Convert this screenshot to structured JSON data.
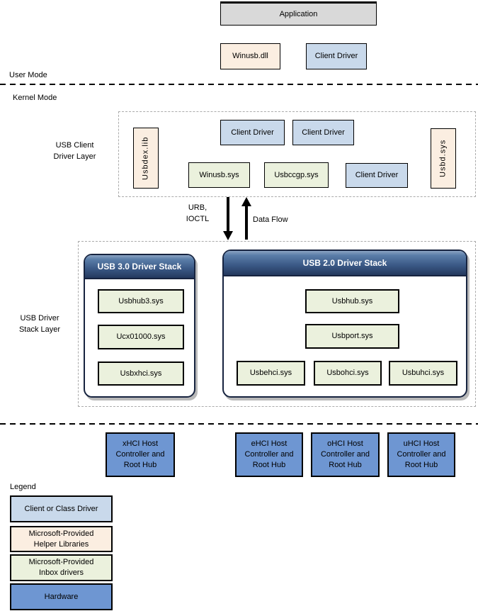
{
  "modes": {
    "user": "User Mode",
    "kernel": "Kernel Mode"
  },
  "top": {
    "application": "Application",
    "winusb_dll": "Winusb.dll",
    "client_driver": "Client Driver"
  },
  "client_layer": {
    "label": "USB Client\nDriver Layer",
    "usbdex_lib": "Usbdex.lib",
    "usbd_sys": "Usbd.sys",
    "client_driver_1": "Client Driver",
    "client_driver_2": "Client Driver",
    "client_driver_3": "Client Driver",
    "winusb_sys": "Winusb.sys",
    "usbccgp_sys": "Usbccgp.sys"
  },
  "flow": {
    "urb_label": "URB,\nIOCTL",
    "data_flow_label": "Data Flow"
  },
  "stack_layer": {
    "label": "USB Driver\nStack Layer",
    "usb3": {
      "title": "USB 3.0 Driver Stack",
      "drivers": [
        "Usbhub3.sys",
        "Ucx01000.sys",
        "Usbxhci.sys"
      ]
    },
    "usb2": {
      "title": "USB 2.0 Driver Stack",
      "hub": "Usbhub.sys",
      "port": "Usbport.sys",
      "miniports": [
        "Usbehci.sys",
        "Usbohci.sys",
        "Usbuhci.sys"
      ]
    }
  },
  "hardware": {
    "boxes": [
      "xHCI Host\nController and\nRoot Hub",
      "eHCI Host\nController and\nRoot Hub",
      "oHCI Host\nController and\nRoot Hub",
      "uHCI Host\nController and\nRoot Hub"
    ]
  },
  "legend": {
    "title": "Legend",
    "items": [
      {
        "label": "Client or Class Driver",
        "color": "#C9D9EB"
      },
      {
        "label": "Microsoft-Provided\nHelper Libraries",
        "color": "#FBEEE1"
      },
      {
        "label": "Microsoft-Provided\nInbox drivers",
        "color": "#EBF1DD"
      },
      {
        "label": "Hardware",
        "color": "#6E96D2"
      }
    ]
  },
  "colors": {
    "client_class_driver": "#C9D9EB",
    "helper_library": "#FBEEE1",
    "inbox_driver": "#EBF1DD",
    "hardware": "#6E96D2",
    "application": "#D9D9D9",
    "stack_header_top": "#5B7EA9",
    "stack_header_bottom": "#24395E"
  }
}
